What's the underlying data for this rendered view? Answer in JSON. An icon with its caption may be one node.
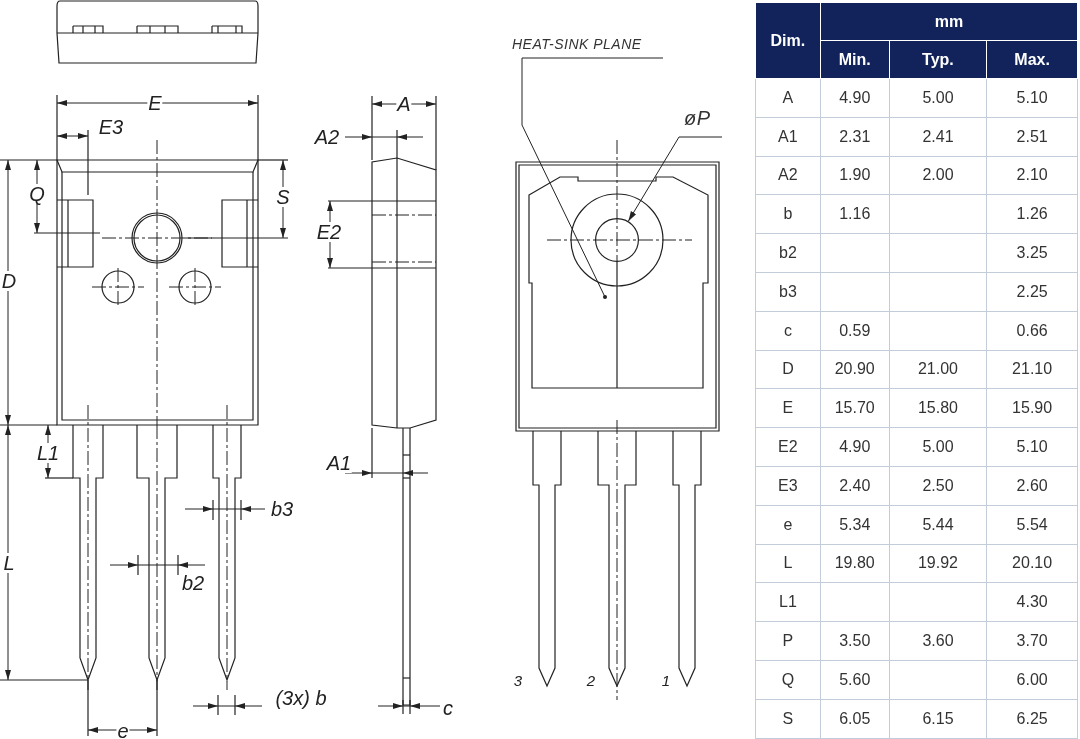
{
  "diagram": {
    "nodes": [
      {
        "text": [
          "HEAT-SINK PLANE"
        ]
      },
      {
        "text": [],
        "shape": "box"
      },
      {
        "text": [
          "øP"
        ]
      },
      {
        "text": [],
        "shape": "circle",
        "in": 1
      }
    ],
    "edges": [
      {
        "from": 0,
        "to": 1,
        "arrow": "other"
      },
      {
        "from": 2,
        "to": 3,
        "arrow": "to"
      }
    ],
    "labels": [
      "E",
      "A",
      "E3",
      "A2",
      "Q",
      "S",
      "E2",
      "D",
      "L1",
      "A1",
      "b3",
      "L",
      "b2",
      "(3x) b",
      "c",
      "e",
      "3",
      "2",
      "1",
      "Dim.",
      "mm",
      "Min.",
      "Typ.",
      "Max.",
      "A",
      "4.90",
      "5.00",
      "5.10",
      "A1",
      "2.31",
      "2.41",
      "2.51",
      "A2",
      "1.90",
      "2.00",
      "2.10",
      "b",
      "1.16",
      "1.26",
      "b2",
      "3.25",
      "b3",
      "2.25",
      "c",
      "0.59",
      "0.66",
      "D",
      "20.90",
      "21.00",
      "21.10",
      "E",
      "15.70",
      "15.80",
      "15.90",
      "E2",
      "4.90",
      "5.00",
      "5.10",
      "E3",
      "2.40",
      "2.50",
      "2.60",
      "e",
      "5.34",
      "5.44",
      "5.54",
      "L",
      "19.80",
      "19.92",
      "20.10",
      "L1",
      "4.30",
      "P",
      "3.50",
      "3.60",
      "3.70",
      "Q",
      "5.60",
      "6.00",
      "S",
      "6.05",
      "6.15",
      "6.25"
    ]
  }
}
